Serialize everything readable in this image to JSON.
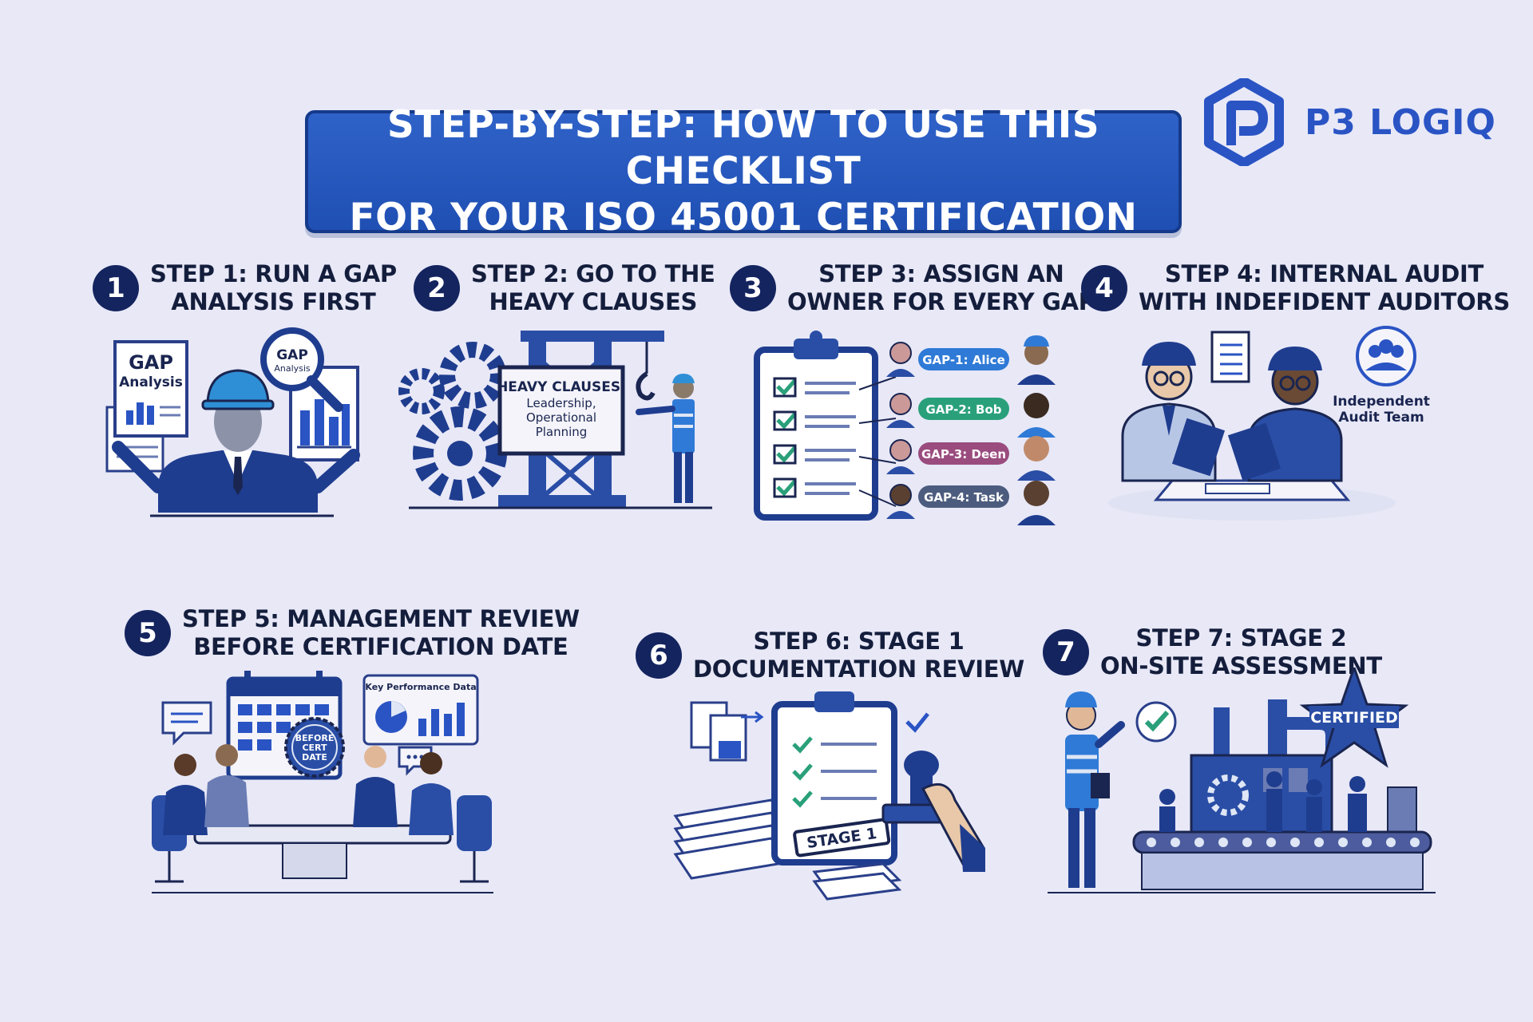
{
  "header": {
    "title_line1": "STEP-BY-STEP: HOW TO USE THIS CHECKLIST",
    "title_line2": "FOR YOUR ISO 45001 CERTIFICATION"
  },
  "brand": {
    "name": "P3 LOGIQ"
  },
  "colors": {
    "primary": "#2a54c4",
    "navy": "#14245f",
    "background": "#e8e8f7",
    "accent_green": "#2aa07a",
    "accent_blue": "#2f7ad6",
    "accent_pink": "#9a4c7e",
    "accent_gray": "#4c5c7e"
  },
  "steps": [
    {
      "number": "1",
      "title_line1": "STEP 1: RUN A GAP",
      "title_line2": "ANALYSIS FIRST",
      "doc_left_title": "GAP",
      "doc_left_sub": "Analysis",
      "lens_title": "GAP",
      "lens_sub": "Analysis",
      "icon": "gap-analysis-icon"
    },
    {
      "number": "2",
      "title_line1": "STEP 2: GO TO THE",
      "title_line2": "HEAVY CLAUSES",
      "sign_title": "HEAVY CLAUSES:",
      "sign_line1": "Leadership,",
      "sign_line2": "Operational",
      "sign_line3": "Planning",
      "icon": "gears-crane-icon"
    },
    {
      "number": "3",
      "title_line1": "STEP 3: ASSIGN AN",
      "title_line2": "OWNER FOR EVERY GAP",
      "tags": [
        "GAP-1: Alice",
        "GAP-2: Bob",
        "GAP-3: Deen",
        "GAP-4: Task"
      ],
      "icon": "clipboard-checklist-icon"
    },
    {
      "number": "4",
      "title_line1": "STEP 4: INTERNAL AUDIT",
      "title_line2": "WITH INDEFIDENT AUDITORS",
      "team_line1": "Independent",
      "team_line2": "Audit Team",
      "icon": "auditors-icon"
    },
    {
      "number": "5",
      "title_line1": "STEP 5: MANAGEMENT REVIEW",
      "title_line2": "BEFORE CERTIFICATION DATE",
      "data_panel": "Key Performance Data",
      "badge_line1": "BEFORE",
      "badge_line2": "CERT",
      "badge_line3": "DATE",
      "icon": "meeting-table-icon"
    },
    {
      "number": "6",
      "title_line1": "STEP 6: STAGE 1",
      "title_line2": "DOCUMENTATION REVIEW",
      "stamp": "STAGE 1",
      "icon": "documents-stamp-icon"
    },
    {
      "number": "7",
      "title_line1": "STEP 7: STAGE 2",
      "title_line2": "ON-SITE ASSESSMENT",
      "star": "CERTIFIED",
      "icon": "factory-certified-icon"
    }
  ]
}
